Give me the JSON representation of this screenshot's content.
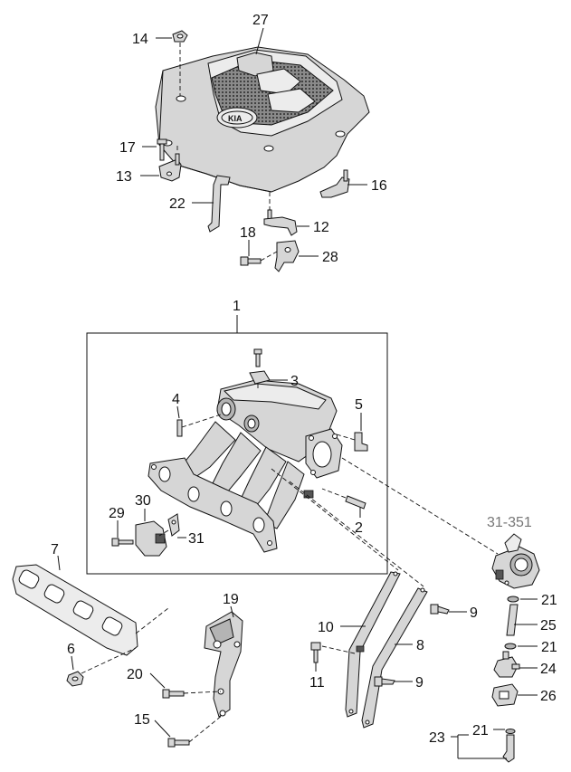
{
  "diagram": {
    "callouts": {
      "c1": "1",
      "c2": "2",
      "c3": "3",
      "c4": "4",
      "c5": "5",
      "c6": "6",
      "c7": "7",
      "c8": "8",
      "c9a": "9",
      "c9b": "9",
      "c10": "10",
      "c11": "11",
      "c12": "12",
      "c13": "13",
      "c14": "14",
      "c15": "15",
      "c16": "16",
      "c17": "17",
      "c18": "18",
      "c19": "19",
      "c20": "20",
      "c21a": "21",
      "c21b": "21",
      "c21c": "21",
      "c22": "22",
      "c23": "23",
      "c24": "24",
      "c25": "25",
      "c26": "26",
      "c27": "27",
      "c28": "28",
      "c29": "29",
      "c30": "30",
      "c31": "31",
      "c31_351": "31-351"
    },
    "cover_logo": "KIA"
  },
  "colors": {
    "line": "#111111",
    "part_fill": "#d6d6d6",
    "part_dark": "#b4b4b4",
    "reference_label": "#777777"
  }
}
